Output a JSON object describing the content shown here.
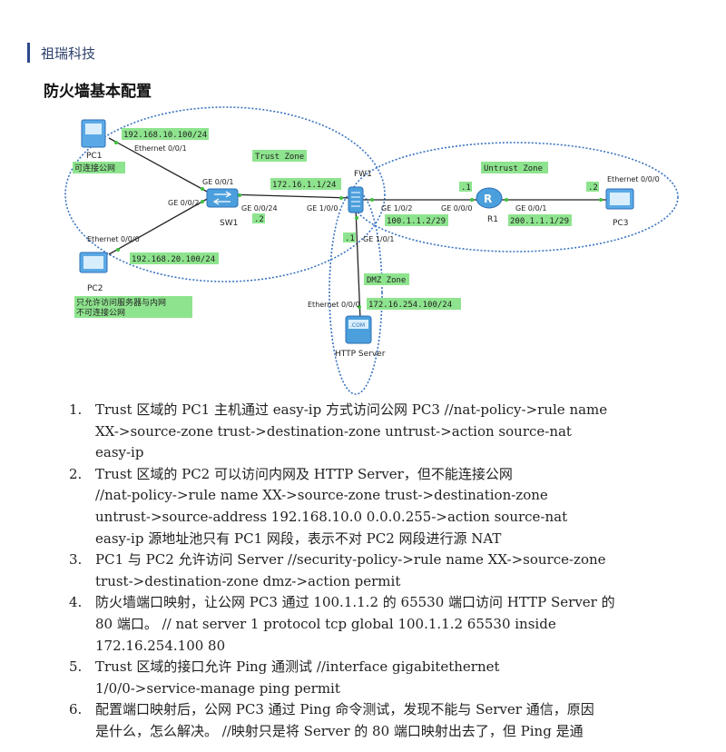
{
  "header": {
    "company": "祖瑞科技"
  },
  "title": "防火墙基本配置",
  "diagram": {
    "zones": {
      "trust": "Trust Zone",
      "untrust": "Untrust Zone",
      "dmz": "DMZ Zone"
    },
    "nodes": {
      "pc1": "PC1",
      "pc2": "PC2",
      "sw1": "SW1",
      "fw1": "FW1",
      "r1": "R1",
      "pc3": "PC3",
      "http": "HTTP Server",
      "server_screen": ".COM"
    },
    "router_glyph": "R",
    "ip_tags": {
      "pc1": "192.168.10.100/24",
      "pc2": "192.168.20.100/24",
      "fw_trust": "172.16.1.1/24",
      "sw_dot": ".2",
      "fw_untrust": "100.1.1.2/29",
      "r1_dot1": ".1",
      "r1_net": "200.1.1.1/29",
      "pc3_dot": ".2",
      "dmz_dot": ".1",
      "http": "172.16.254.100/24"
    },
    "ports": {
      "pc1_eth": "Ethernet 0/0/1",
      "sw_g001": "GE 0/0/1",
      "sw_g002": "GE 0/0/2",
      "sw_g0024": "GE 0/0/24",
      "pc2_eth": "Ethernet 0/0/0",
      "fw_g100": "GE 1/0/0",
      "fw_g102": "GE 1/0/2",
      "fw_g101": "GE 1/0/1",
      "r1_g000": "GE 0/0/0",
      "r1_g001": "GE 0/0/1",
      "pc3_eth": "Ethernet 0/0/0",
      "http_eth": "Ethernet 0/0/0"
    },
    "notes": {
      "pc1": "可连接公网",
      "pc2_line1": "只允许访问服务器与内网",
      "pc2_line2": "不可连接公网"
    }
  },
  "items": [
    {
      "num": "1.",
      "lines": [
        "Trust 区域的 PC1 主机通过 easy-ip 方式访问公网 PC3  //nat-policy->rule name",
        "XX->source-zone trust->destination-zone untrust->action source-nat",
        "easy-ip"
      ]
    },
    {
      "num": "2.",
      "lines": [
        "Trust 区域的 PC2 可以访问内网及 HTTP Server，但不能连接公网",
        "//nat-policy->rule name XX->source-zone trust->destination-zone",
        "untrust->source-address 192.168.10.0 0.0.0.255->action source-nat",
        "easy-ip 源地址池只有 PC1 网段，表示不对 PC2 网段进行源 NAT"
      ]
    },
    {
      "num": "3.",
      "lines": [
        "PC1 与 PC2 允许访问 Server  //security-policy->rule name XX->source-zone",
        "trust->destination-zone dmz->action permit"
      ]
    },
    {
      "num": "4.",
      "lines": [
        "防火墙端口映射，让公网 PC3 通过 100.1.1.2 的 65530 端口访问 HTTP Server 的",
        "80 端口。  // nat server 1 protocol tcp global 100.1.1.2 65530 inside",
        "172.16.254.100 80"
      ]
    },
    {
      "num": "5.",
      "lines": [
        "Trust 区域的接口允许 Ping 通测试  //interface gigabitethernet",
        "1/0/0->service-manage ping permit"
      ]
    },
    {
      "num": "6.",
      "lines": [
        "配置端口映射后，公网 PC3 通过 Ping 命令测试，发现不能与 Server 通信，原因",
        "是什么，怎么解决。  //映射只是将 Server 的 80 端口映射出去了，但 Ping 是通"
      ]
    }
  ]
}
